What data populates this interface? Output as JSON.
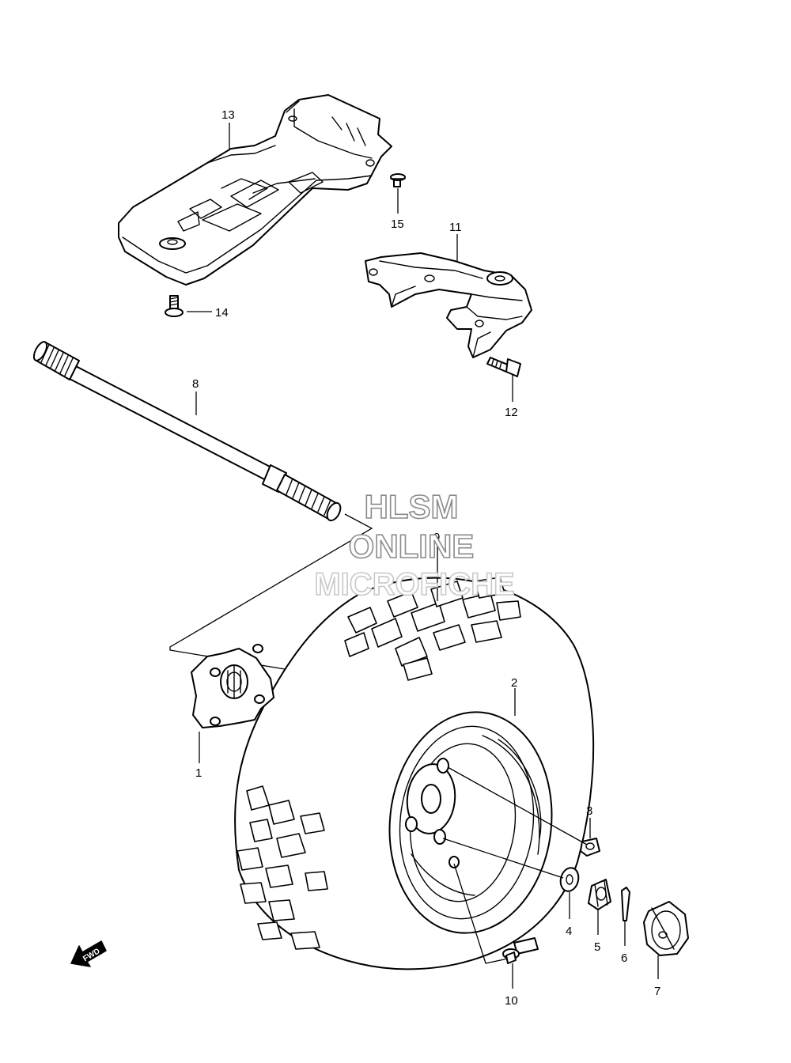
{
  "watermark": {
    "line1": "HLSM",
    "line2": "ONLINE",
    "line3": "MICROFICHE"
  },
  "direction": {
    "text": "FWD"
  },
  "callouts": {
    "hub": "1",
    "wheel": "2",
    "nut": "3",
    "washer": "4",
    "castle_nut": "5",
    "cotter_pin": "6",
    "hub_cap": "7",
    "axle_shaft": "8",
    "tire": "9",
    "valve": "10",
    "bracket": "11",
    "bracket_bolt": "12",
    "skid_plate": "13",
    "skid_plate_bolt": "14",
    "skid_plate_screw": "15"
  },
  "colors": {
    "line": "#000000",
    "watermark_outline": "#8a8a8a"
  }
}
